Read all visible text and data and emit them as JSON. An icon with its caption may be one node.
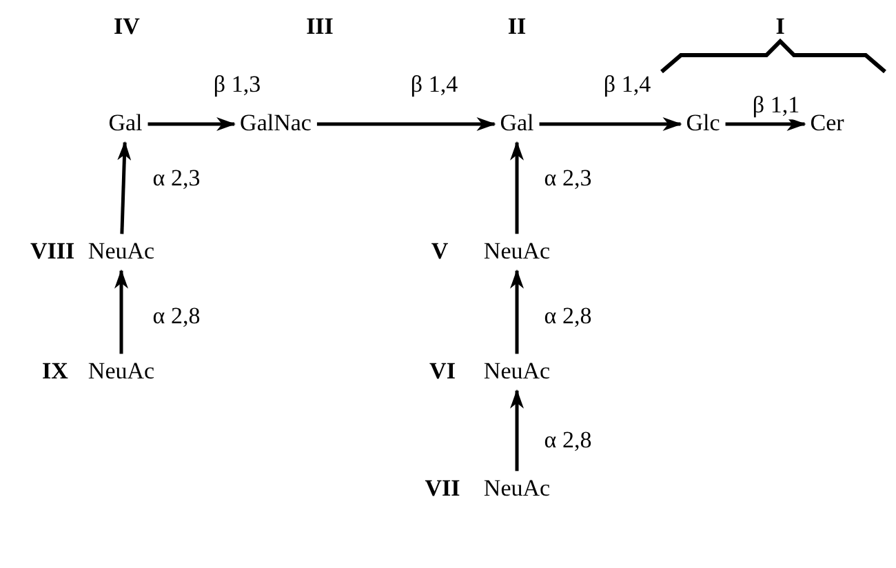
{
  "diagram": {
    "nodes": [
      {
        "text": [
          "Gal"
        ],
        "beside": [
          "IV"
        ]
      },
      {
        "text": [
          "GalNac"
        ],
        "beside": [
          "III"
        ]
      },
      {
        "text": [
          "Gal"
        ],
        "beside": [
          "II"
        ]
      },
      {
        "text": [
          "Glc"
        ]
      },
      {
        "text": [
          "Cer"
        ]
      },
      {
        "text": [
          "NeuAc"
        ],
        "beside": [
          "VIII"
        ]
      },
      {
        "text": [
          "NeuAc"
        ],
        "beside": [
          "IX"
        ]
      },
      {
        "text": [
          "NeuAc"
        ],
        "beside": [
          "V"
        ]
      },
      {
        "text": [
          "NeuAc"
        ],
        "beside": [
          "VI"
        ]
      },
      {
        "text": [
          "NeuAc"
        ],
        "beside": [
          "VII"
        ]
      }
    ],
    "edges": [
      {
        "from": 0,
        "to": 1,
        "arrow": "to",
        "label": "β 1,3"
      },
      {
        "from": 1,
        "to": 2,
        "arrow": "to",
        "label": "β 1,4"
      },
      {
        "from": 2,
        "to": 3,
        "arrow": "to",
        "label": "β 1,4"
      },
      {
        "from": 3,
        "to": 4,
        "arrow": "to",
        "label": "β 1,1"
      },
      {
        "from": 5,
        "to": 0,
        "arrow": "to",
        "label": "α 2,3"
      },
      {
        "from": 6,
        "to": 5,
        "arrow": "to",
        "label": "α 2,8"
      },
      {
        "from": 7,
        "to": 2,
        "arrow": "to",
        "label": "α 2,3"
      },
      {
        "from": 8,
        "to": 7,
        "arrow": "to",
        "label": "α 2,8"
      },
      {
        "from": 9,
        "to": 8,
        "arrow": "to",
        "label": "α 2,8"
      }
    ],
    "labels": [
      "I"
    ]
  }
}
